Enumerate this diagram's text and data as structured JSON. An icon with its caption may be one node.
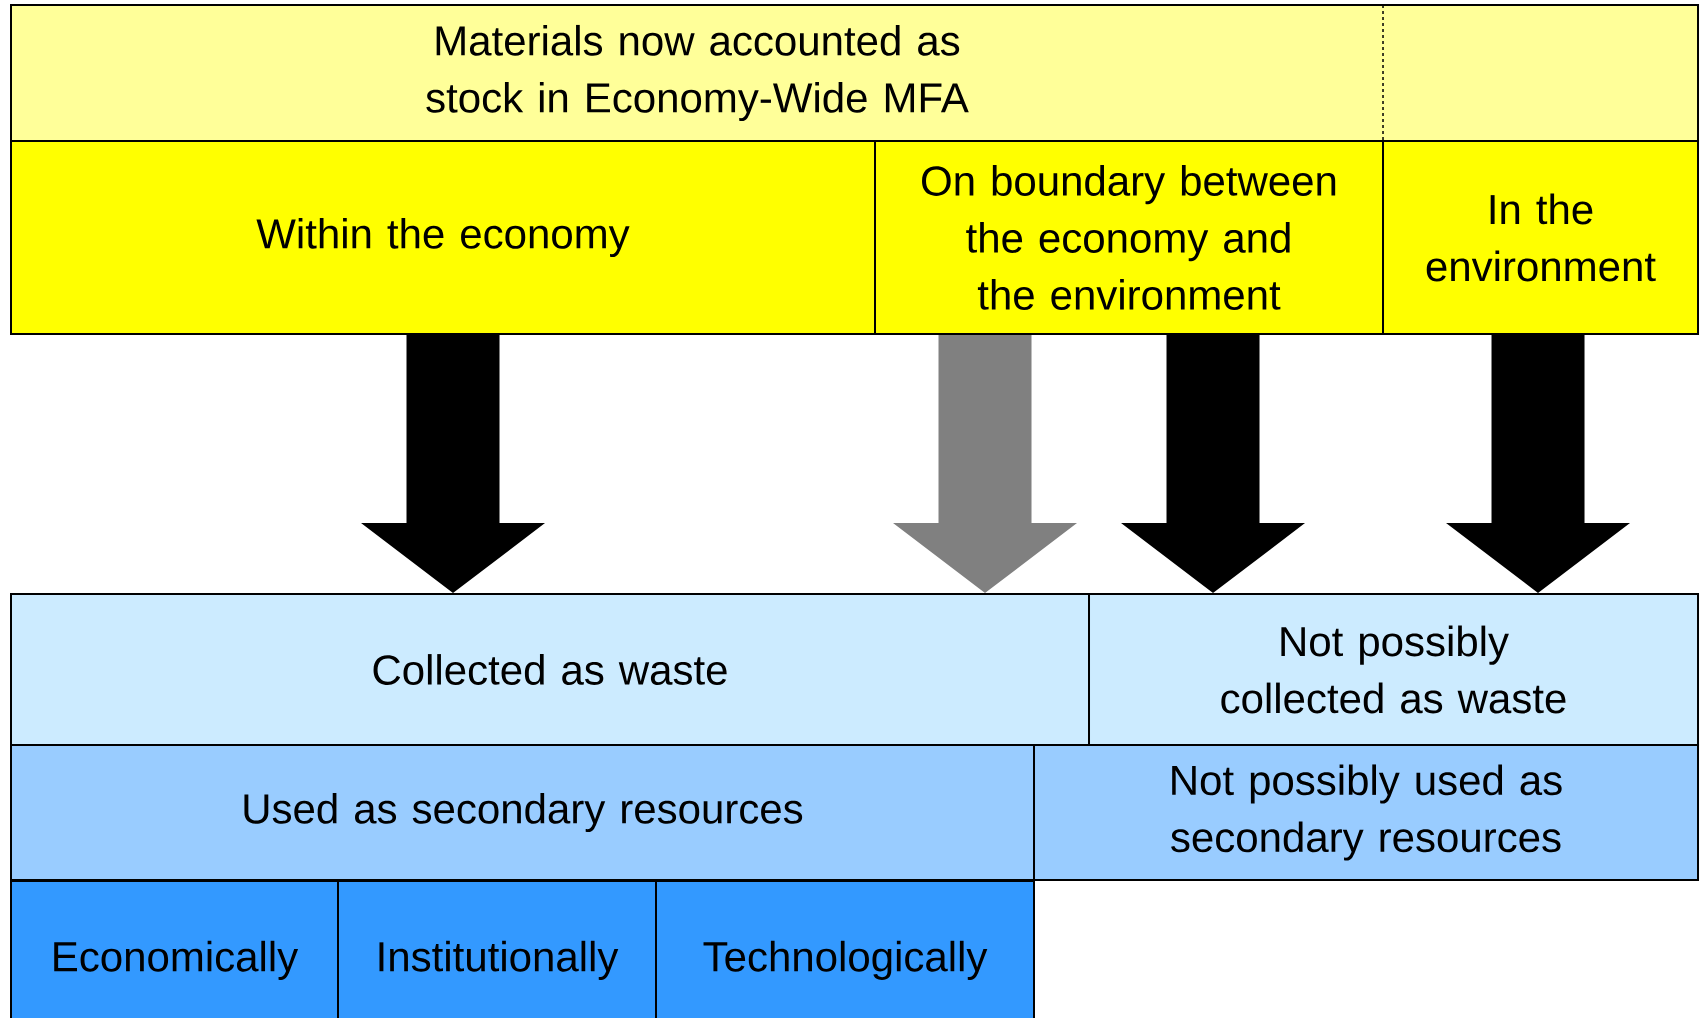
{
  "diagram": {
    "nodes": [
      {
        "text": [
          "Materials now accounted as stock in Economy-Wide MFA"
        ]
      },
      {
        "text": [
          "Within the economy"
        ]
      },
      {
        "text": [
          "On boundary between the economy and the environment"
        ]
      },
      {
        "text": [
          "In the environment"
        ]
      },
      {
        "text": [
          "Collected as waste"
        ]
      },
      {
        "text": [
          "Not possibly collected as waste"
        ]
      },
      {
        "text": [
          "Used as secondary resources"
        ]
      },
      {
        "text": [
          "Not possibly used as secondary resources"
        ]
      },
      {
        "text": [
          "Economically"
        ]
      },
      {
        "text": [
          "Institutionally"
        ]
      },
      {
        "text": [
          "Technologically"
        ]
      }
    ],
    "edges": [
      {
        "from": 1,
        "to": 4,
        "arrow": "to"
      },
      {
        "from": 2,
        "to": 4,
        "arrow": "to",
        "color": "#808080"
      },
      {
        "from": 2,
        "to": 5,
        "arrow": "to"
      },
      {
        "from": 3,
        "to": 5,
        "arrow": "to"
      }
    ]
  }
}
